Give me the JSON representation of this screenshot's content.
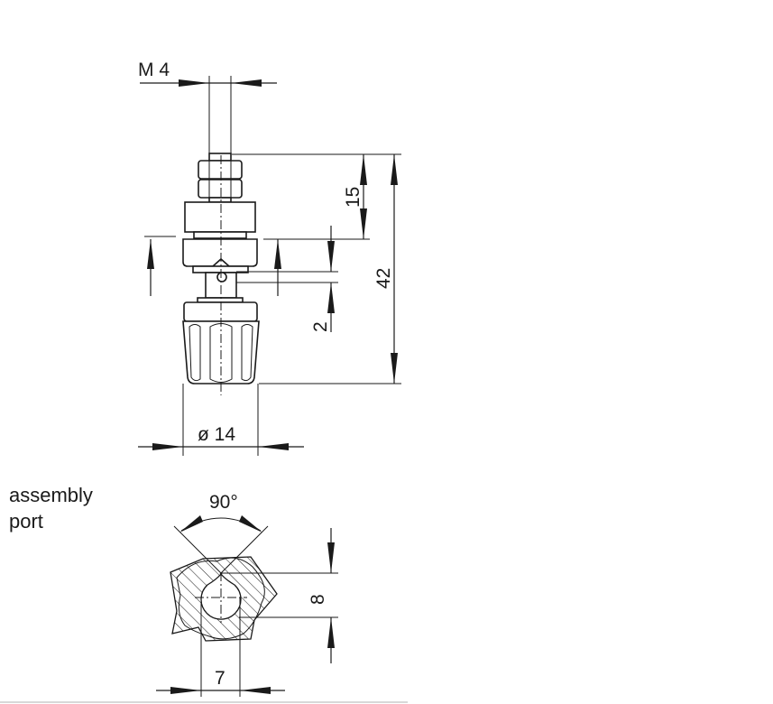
{
  "drawing": {
    "side_view": {
      "thread_label": "M 4",
      "dim_thread_length": "15",
      "dim_total_height": "42",
      "dim_gap": "2",
      "dim_diameter": "ø 14"
    },
    "assembly_port": {
      "label_line1": "assembly",
      "label_line2": "port",
      "dim_angle": "90°",
      "dim_height": "8",
      "dim_width": "7"
    }
  }
}
